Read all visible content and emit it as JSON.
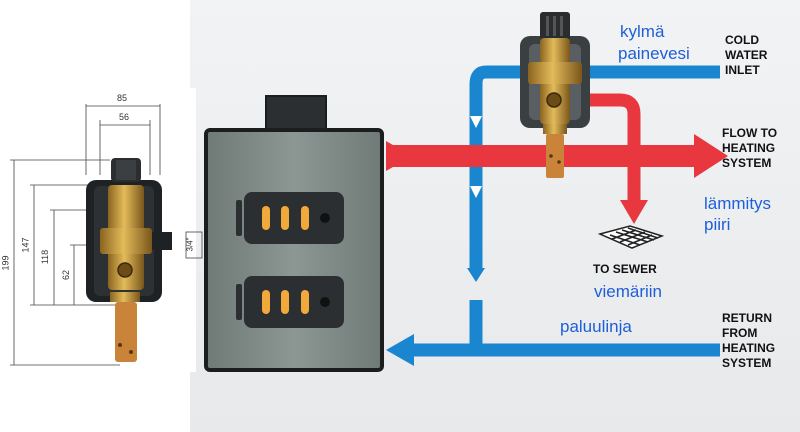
{
  "labels": {
    "cold_water_fi_1": "kylmä",
    "cold_water_fi_2": "painevesi",
    "cold_water_en_1": "COLD",
    "cold_water_en_2": "WATER",
    "cold_water_en_3": "INLET",
    "flow_en_1": "FLOW TO",
    "flow_en_2": "HEATING",
    "flow_en_3": "SYSTEM",
    "flow_fi_1": "lämmitys",
    "flow_fi_2": "piiri",
    "sewer_en": "TO SEWER",
    "sewer_fi": "viemäriin",
    "return_fi": "paluulinja",
    "return_en_1": "RETURN",
    "return_en_2": "FROM",
    "return_en_3": "HEATING",
    "return_en_4": "SYSTEM"
  },
  "dimensions": {
    "width_85": "85",
    "width_56": "56",
    "height_199": "199",
    "height_147": "147",
    "height_118": "118",
    "height_62": "62",
    "thread": "3/4\""
  },
  "colors": {
    "hot": "#e8373e",
    "cold": "#1a86d0",
    "boiler_body": "#7f8a87",
    "boiler_dark": "#2b2f31",
    "slot": "#f2a93b",
    "brass": "#c99a3a",
    "finnish_text": "#1e5fd8"
  },
  "icons": [
    "drain-grate-icon",
    "thermostatic-valve-icon",
    "boiler-icon",
    "valve-photo-icon"
  ]
}
